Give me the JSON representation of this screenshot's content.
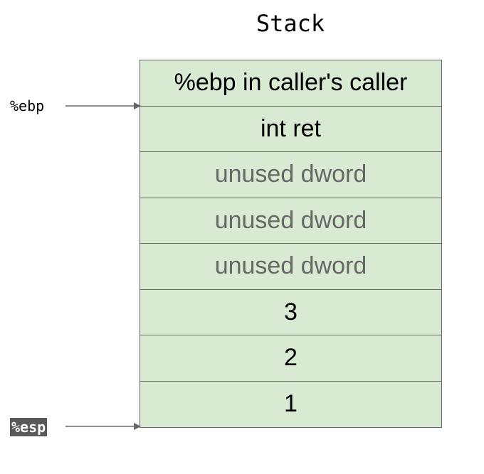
{
  "title": "Stack",
  "stack_cells": [
    {
      "text": "%ebp in caller's caller",
      "muted": false
    },
    {
      "text": "int ret",
      "muted": false
    },
    {
      "text": "unused dword",
      "muted": true
    },
    {
      "text": "unused dword",
      "muted": true
    },
    {
      "text": "unused dword",
      "muted": true
    },
    {
      "text": "3",
      "muted": false
    },
    {
      "text": "2",
      "muted": false
    },
    {
      "text": "1",
      "muted": false
    }
  ],
  "pointers": {
    "ebp": {
      "label": "%ebp"
    },
    "esp": {
      "label": "%esp"
    }
  },
  "colors": {
    "cell_fill": "#d9ead3",
    "cell_border": "#666666",
    "muted_text": "#666666",
    "arrow": "#666666"
  }
}
